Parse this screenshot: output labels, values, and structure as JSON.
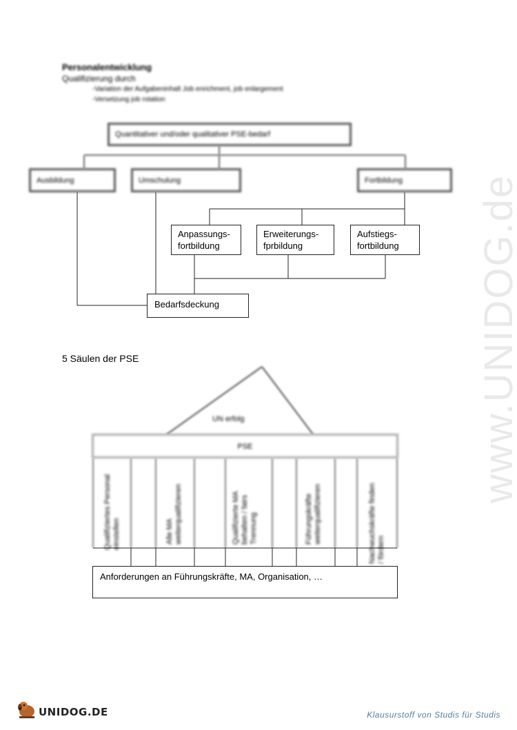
{
  "intro": {
    "title": "Personalentwicklung",
    "subtitle": "Qualifizierung durch",
    "bullets": [
      "-Variation der Aufgabeninhalt Job enrichment, job enlargement",
      "-Versetzung job rotation"
    ]
  },
  "diagram1": {
    "top": "Quantitativer und/oder qualitativer PSE-bedarf",
    "ausbildung": "Ausbildung",
    "umschulung": "Umschulung",
    "fortbildung": "Fortbildung",
    "anpassung": [
      "Anpassungs-",
      "fortbildung"
    ],
    "erweiterung": [
      "Erweiterungs-",
      "fprbildung"
    ],
    "aufstieg": [
      "Aufstiegs-",
      "fortbildung"
    ],
    "bedarf": "Bedarfsdeckung"
  },
  "diagram2": {
    "heading": "5 Säulen der PSE",
    "roof": "UN erfolg",
    "beam": "PSE",
    "pillars": [
      [
        "Qualifiziertes Personal",
        "einstellen"
      ],
      [
        "Alle MA",
        "weiterqualifizieren"
      ],
      [
        "Qualifizierte MA",
        "behalten / fairs",
        "Trennung"
      ],
      [
        "Führungskräfte",
        "weiterqualifizieren"
      ],
      [
        "Nachwuchskräfte finden",
        "/ fördern"
      ]
    ],
    "foundation": "Anforderungen an Führungskräfte, MA, Organisation, …"
  },
  "watermark": "www.UNIDOG.de",
  "footer": {
    "logo": "UNIDOG.DE",
    "tagline": "Klausurstoff  von  Studis  für  Studis"
  }
}
